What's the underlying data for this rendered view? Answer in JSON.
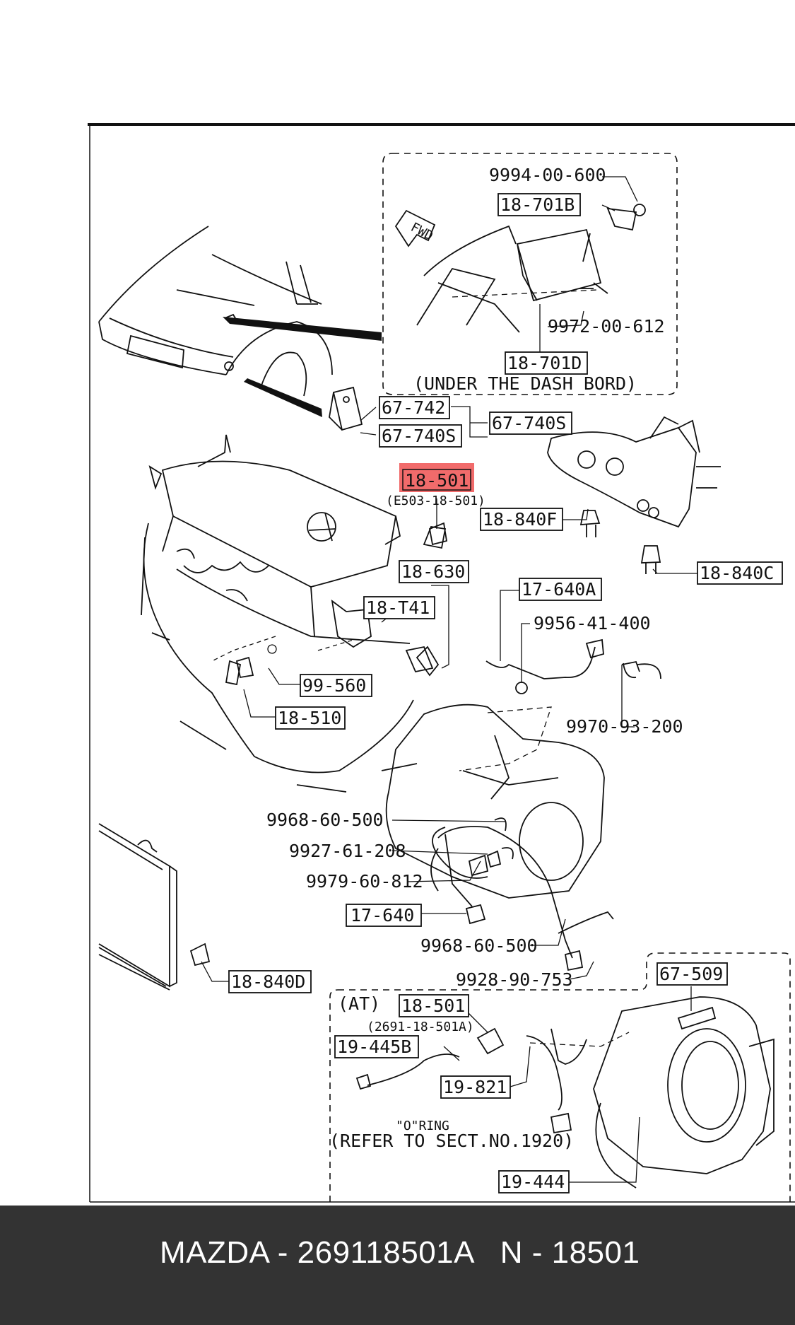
{
  "parts": {
    "p9994": "9994-00-600",
    "p18701B": "18-701B",
    "fwd": "FWD",
    "p9972": "9972-00-612",
    "p18701D": "18-701D",
    "under_dash": "(UNDER THE DASH BORD)",
    "p67742": "67-742",
    "p67740S": "67-740S",
    "p67740S2": "67-740S",
    "p18501": "18-501",
    "e503": "(E503-18-501)",
    "p18840F": "18-840F",
    "p18630": "18-630",
    "p18840C": "18-840C",
    "p18T41": "18-T41",
    "p17640A": "17-640A",
    "p9956": "9956-41-400",
    "p99560": "99-560",
    "p18510": "18-510",
    "p9970": "9970-93-200",
    "p9968a": "9968-60-500",
    "p9927": "9927-61-208",
    "p9979": "9979-60-812",
    "p17640": "17-640",
    "p9968b": "9968-60-500",
    "p9928": "9928-90-753",
    "p18840D": "18-840D",
    "p67509": "67-509",
    "at": "(AT)",
    "p18501b": "18-501",
    "p2691": "(2691-18-501A)",
    "p19445B": "19-445B",
    "p19821": "19-821",
    "oring": "\"O\"RING",
    "refer": "(REFER TO SECT.NO.1920)",
    "p19444": "19-444"
  },
  "highlight_color": "#ef5b5b",
  "footer": {
    "text": "MAZDA - 269118501A   N - 18501"
  }
}
